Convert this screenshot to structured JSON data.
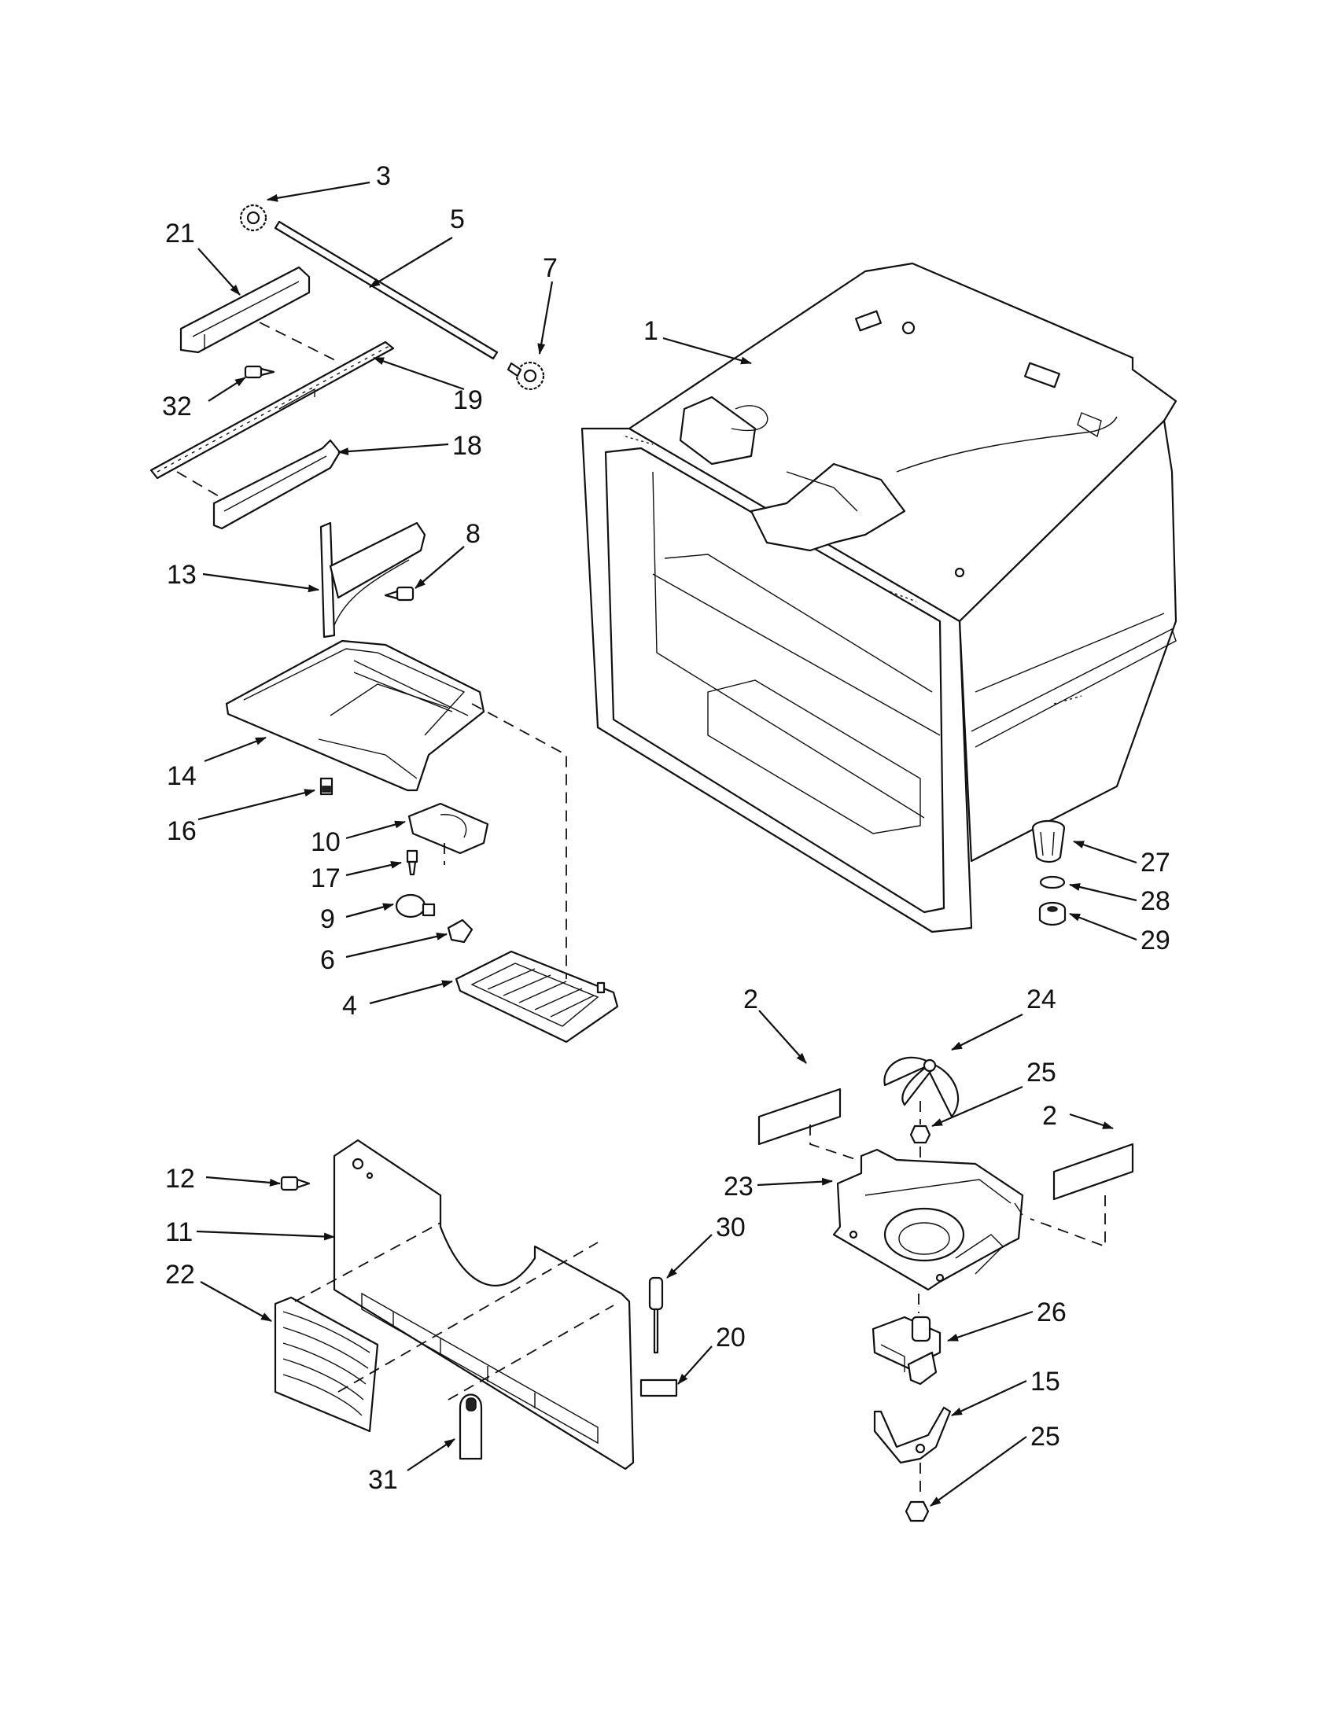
{
  "callouts": {
    "c1": "1",
    "c2a": "2",
    "c2b": "2",
    "c3": "3",
    "c4": "4",
    "c5": "5",
    "c6": "6",
    "c7": "7",
    "c8": "8",
    "c9": "9",
    "c10": "10",
    "c11": "11",
    "c12": "12",
    "c13": "13",
    "c14": "14",
    "c15": "15",
    "c16": "16",
    "c17": "17",
    "c18": "18",
    "c19": "19",
    "c20": "20",
    "c21": "21",
    "c22": "22",
    "c23": "23",
    "c24": "24",
    "c25a": "25",
    "c25b": "25",
    "c26": "26",
    "c27": "27",
    "c28": "28",
    "c29": "29",
    "c30": "30",
    "c31": "31",
    "c32": "32"
  }
}
